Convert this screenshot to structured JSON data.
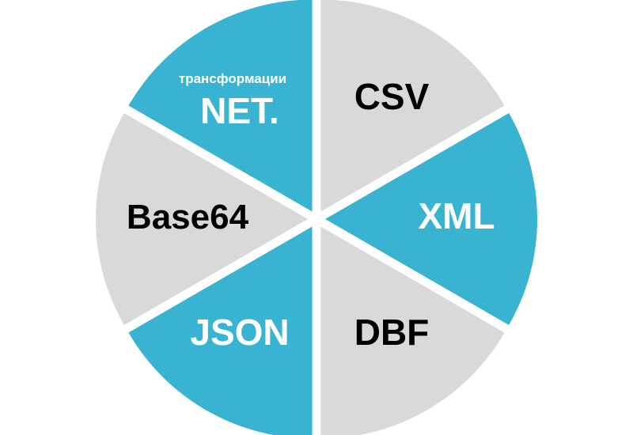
{
  "segments": [
    {
      "id": "net",
      "label": "NET.",
      "sublabel": "трансформации",
      "fill": "#38b3d2",
      "text_color": "#ffffff"
    },
    {
      "id": "csv",
      "label": "CSV",
      "fill": "#d9d9d9",
      "text_color": "#000000"
    },
    {
      "id": "xml",
      "label": "XML",
      "fill": "#38b3d2",
      "text_color": "#ffffff"
    },
    {
      "id": "dbf",
      "label": "DBF",
      "fill": "#d9d9d9",
      "text_color": "#000000"
    },
    {
      "id": "json",
      "label": "JSON",
      "fill": "#38b3d2",
      "text_color": "#ffffff"
    },
    {
      "id": "base64",
      "label": "Base64",
      "fill": "#d9d9d9",
      "text_color": "#000000"
    }
  ]
}
